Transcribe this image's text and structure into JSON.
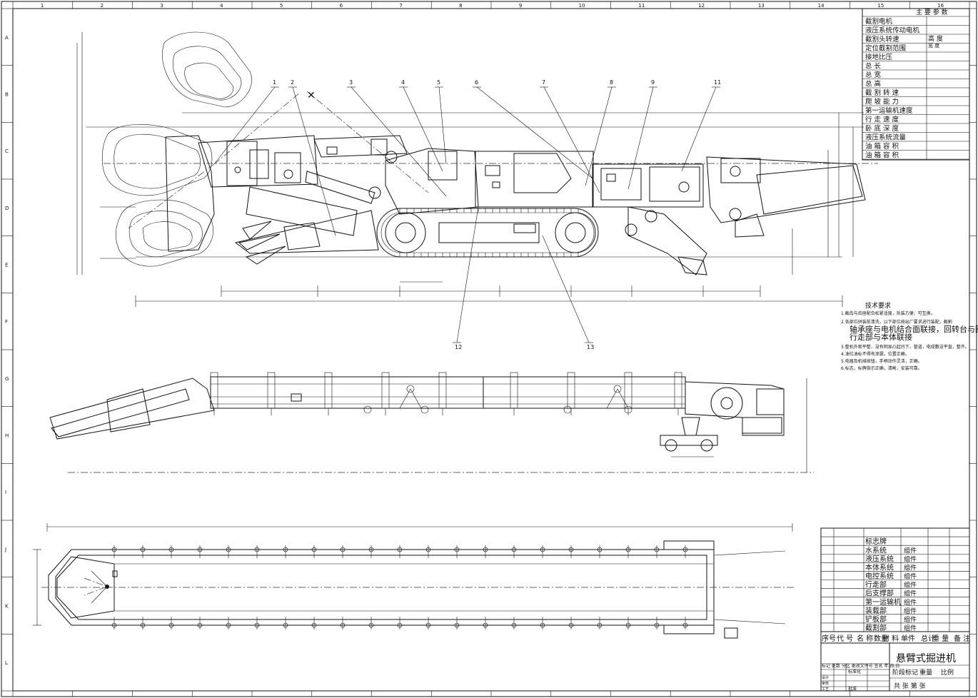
{
  "frame": {
    "top_numbers": [
      "1",
      "2",
      "3",
      "4",
      "5",
      "6",
      "7",
      "8",
      "9",
      "10",
      "11",
      "12",
      "13",
      "14",
      "15",
      "16"
    ],
    "side_letters": [
      "A",
      "B",
      "C",
      "D",
      "E",
      "F",
      "G",
      "H",
      "I",
      "J",
      "K",
      "L"
    ]
  },
  "params_table": {
    "title": "主 要 参 数",
    "rows": [
      "截割电机",
      "液压系统传动电机",
      "截割头转速",
      "定位截割范围",
      "接地比压",
      "总  长",
      "总  宽",
      "总  高",
      "截 割 转 速",
      "爬 坡 能 力",
      "第一运输机速度",
      "行 走 速 度",
      "卧 底 深 度",
      "液压系统流量",
      "油 箱 容 积",
      "油 箱 容 积"
    ],
    "range_labels": [
      "高 度",
      "宽 度"
    ]
  },
  "part_labels": [
    "1",
    "2",
    "3",
    "4",
    "5",
    "6",
    "7",
    "8",
    "9",
    "11",
    "12",
    "13"
  ],
  "tech_notes": {
    "title": "技术要求",
    "lines": [
      "1.截齿与齿座配合松紧适度，拆装方便，可互换。",
      "2.各部位拼装前清洗，以下部位按出厂要求进行装配，截割",
      "3.整机外观平整，没有明显凸起凹下，管道，电缆敷设平直，整齐。",
      "4.油位油标不得有渗漏，位置正确。",
      "5.电器及机械按钮，手柄动作灵活，正确。",
      "6.标志，标牌指示正确，清晰，安装可靠。"
    ],
    "big_lines": [
      "轴承座与电机结合面联接，回转台与回",
      "行走部与本体联接"
    ]
  },
  "parts_list": {
    "header": [
      "序号",
      "代 号",
      "名 称",
      "数量",
      "材 料",
      "单件",
      "总计",
      "重 量",
      "备 注"
    ],
    "rows": [
      {
        "name": "标志牌",
        "material": ""
      },
      {
        "name": "水系统",
        "material": "组件"
      },
      {
        "name": "液压系统",
        "material": "组件"
      },
      {
        "name": "本体系统",
        "material": "组件"
      },
      {
        "name": "电控系统",
        "material": "组件"
      },
      {
        "name": "行走部",
        "material": "组件"
      },
      {
        "name": "后支撑部",
        "material": "组件"
      },
      {
        "name": "第一运输机",
        "material": "组件"
      },
      {
        "name": "装载部",
        "material": "组件"
      },
      {
        "name": "铲板部",
        "material": "组件"
      },
      {
        "name": "截割部",
        "material": "组件"
      }
    ]
  },
  "title_block": {
    "product": "悬臂式掘进机",
    "subtitle": "阶段标记",
    "weight_label": "重量",
    "scale_label": "比例",
    "sheet_text": "共   张 第   张",
    "rev_row": "标记 处数 分区 更改文件号 签名 年.月.日",
    "std_label": "标准化",
    "approve_label": "批准",
    "roles": [
      "设计",
      "审核",
      "工艺"
    ]
  }
}
